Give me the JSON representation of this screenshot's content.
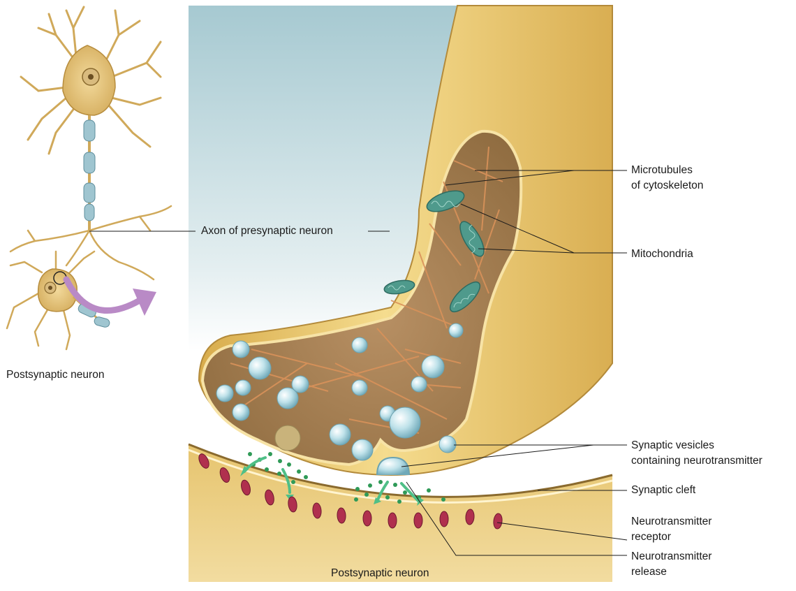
{
  "labels": {
    "axon": "Axon of presynaptic neuron",
    "microtubules_1": "Microtubules",
    "microtubules_2": "of cytoskeleton",
    "mitochondria": "Mitochondria",
    "vesicles_1": "Synaptic vesicles",
    "vesicles_2": "containing neurotransmitter",
    "cleft": "Synaptic cleft",
    "receptor_1": "Neurotransmitter",
    "receptor_2": "receptor",
    "release_1": "Neurotransmitter",
    "release_2": "release",
    "postsynaptic_left": "Postsynaptic neuron",
    "postsynaptic_bottom": "Postsynaptic neuron"
  },
  "colors": {
    "neuron_body": "#e9c97a",
    "terminal_interior": "#a9824e",
    "mitochondria": "#4f9a8c",
    "vesicle": "#b7dde6",
    "receptor": "#b0304e",
    "neurotransmitter": "#2f9a57",
    "arrow": "#b98ac6",
    "sky_top": "#a7cad1"
  }
}
